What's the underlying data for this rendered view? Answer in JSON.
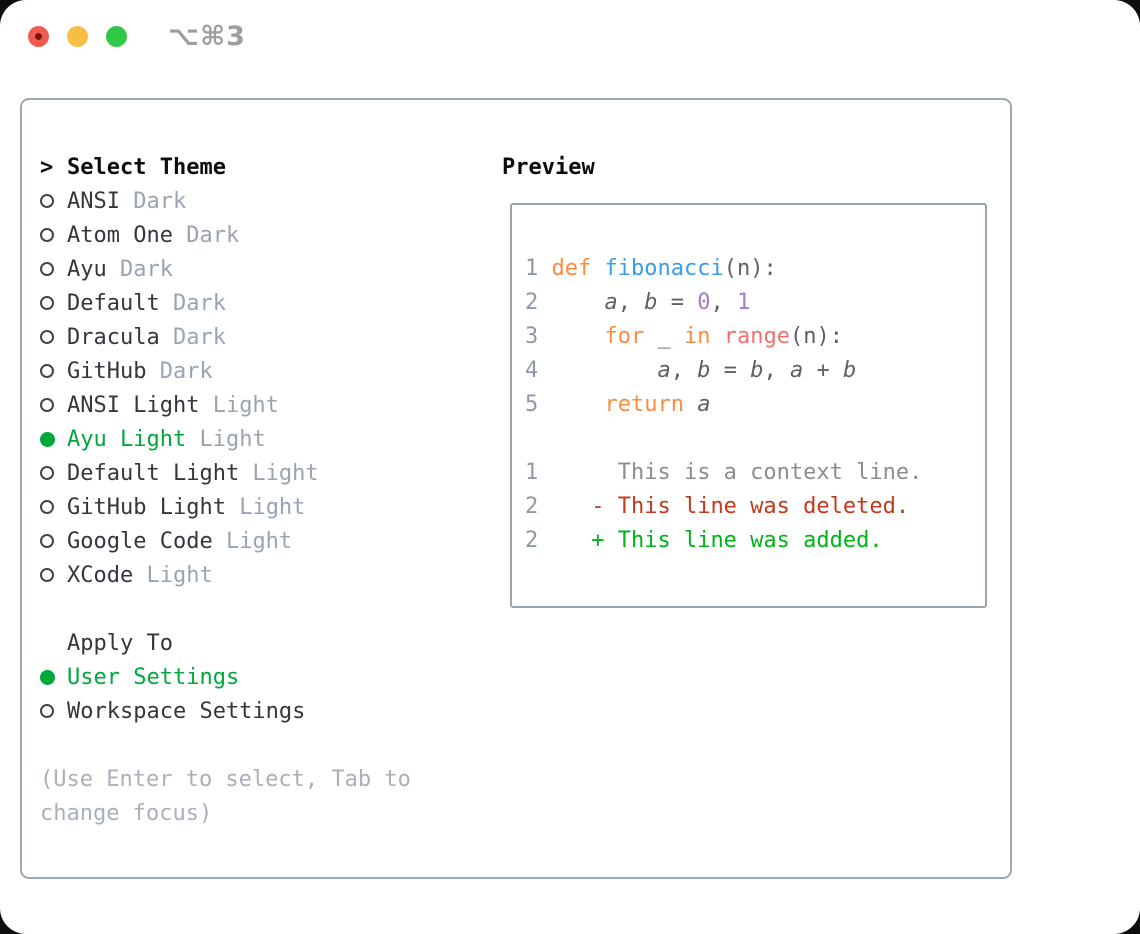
{
  "window": {
    "title": "⌥⌘3",
    "traffic_lights": {
      "close": "close-button",
      "minimize": "minimize-button",
      "zoom": "zoom-button"
    }
  },
  "theme_picker": {
    "header": {
      "cursor": ">",
      "label": "Select Theme"
    },
    "items": [
      {
        "name": "ANSI",
        "variant": "Dark",
        "selected": false
      },
      {
        "name": "Atom One",
        "variant": "Dark",
        "selected": false
      },
      {
        "name": "Ayu",
        "variant": "Dark",
        "selected": false
      },
      {
        "name": "Default",
        "variant": "Dark",
        "selected": false
      },
      {
        "name": "Dracula",
        "variant": "Dark",
        "selected": false
      },
      {
        "name": "GitHub",
        "variant": "Dark",
        "selected": false
      },
      {
        "name": "ANSI Light",
        "variant": "Light",
        "selected": false
      },
      {
        "name": "Ayu Light",
        "variant": "Light",
        "selected": true
      },
      {
        "name": "Default Light",
        "variant": "Light",
        "selected": false
      },
      {
        "name": "GitHub Light",
        "variant": "Light",
        "selected": false
      },
      {
        "name": "Google Code",
        "variant": "Light",
        "selected": false
      },
      {
        "name": "XCode",
        "variant": "Light",
        "selected": false
      }
    ],
    "apply_to": {
      "header": "Apply To",
      "options": [
        {
          "name": "User Settings",
          "selected": true
        },
        {
          "name": "Workspace Settings",
          "selected": false
        }
      ]
    },
    "hint_lines": [
      "(Use Enter to select, Tab to",
      "change focus)"
    ]
  },
  "preview": {
    "header": "Preview",
    "lines": [
      [
        {
          "text": "1 ",
          "style": "ln"
        },
        {
          "text": "def",
          "style": "kw"
        },
        {
          "text": " ",
          "style": "t"
        },
        {
          "text": "fibonacci",
          "style": "fn"
        },
        {
          "text": "(n):",
          "style": "t"
        }
      ],
      [
        {
          "text": "2 ",
          "style": "ln"
        },
        {
          "text": "    ",
          "style": "t"
        },
        {
          "text": "a",
          "style": "v"
        },
        {
          "text": ", ",
          "style": "t"
        },
        {
          "text": "b",
          "style": "v"
        },
        {
          "text": " = ",
          "style": "t"
        },
        {
          "text": "0",
          "style": "num"
        },
        {
          "text": ", ",
          "style": "t"
        },
        {
          "text": "1",
          "style": "num"
        }
      ],
      [
        {
          "text": "3 ",
          "style": "ln"
        },
        {
          "text": "    ",
          "style": "t"
        },
        {
          "text": "for",
          "style": "kw"
        },
        {
          "text": " _ ",
          "style": "t"
        },
        {
          "text": "in",
          "style": "kw"
        },
        {
          "text": " ",
          "style": "t"
        },
        {
          "text": "range",
          "style": "coral"
        },
        {
          "text": "(n):",
          "style": "t"
        }
      ],
      [
        {
          "text": "4 ",
          "style": "ln"
        },
        {
          "text": "        ",
          "style": "t"
        },
        {
          "text": "a",
          "style": "v"
        },
        {
          "text": ", ",
          "style": "t"
        },
        {
          "text": "b",
          "style": "v"
        },
        {
          "text": " = ",
          "style": "t"
        },
        {
          "text": "b",
          "style": "v"
        },
        {
          "text": ", ",
          "style": "t"
        },
        {
          "text": "a",
          "style": "v"
        },
        {
          "text": " + ",
          "style": "t"
        },
        {
          "text": "b",
          "style": "v"
        }
      ],
      [
        {
          "text": "5 ",
          "style": "ln"
        },
        {
          "text": "    ",
          "style": "t"
        },
        {
          "text": "return",
          "style": "kw"
        },
        {
          "text": " ",
          "style": "t"
        },
        {
          "text": "a",
          "style": "v"
        }
      ],
      [],
      [
        {
          "text": "1",
          "style": "ln"
        },
        {
          "text": "      This is a context line.",
          "style": "ctx"
        }
      ],
      [
        {
          "text": "2",
          "style": "ln"
        },
        {
          "text": "    ",
          "style": "t"
        },
        {
          "text": "- This line was deleted.",
          "style": "del"
        }
      ],
      [
        {
          "text": "2",
          "style": "ln"
        },
        {
          "text": "    ",
          "style": "t"
        },
        {
          "text": "+ This line was added.",
          "style": "add"
        }
      ]
    ]
  },
  "colors": {
    "selection_green": "#00a83c",
    "added_green": "#00b418",
    "deleted_red": "#c23a1e",
    "keyword_orange": "#fa8d3e",
    "function_blue": "#399ee6",
    "number_purple": "#a37acc",
    "builtin_coral": "#f07171",
    "code_text": "#5c6166",
    "line_number_gray": "#8f99a6",
    "muted_gray": "#9aa4b1",
    "traffic_red": "#f05b50",
    "traffic_yellow": "#f7bd45",
    "traffic_green": "#33c748"
  }
}
